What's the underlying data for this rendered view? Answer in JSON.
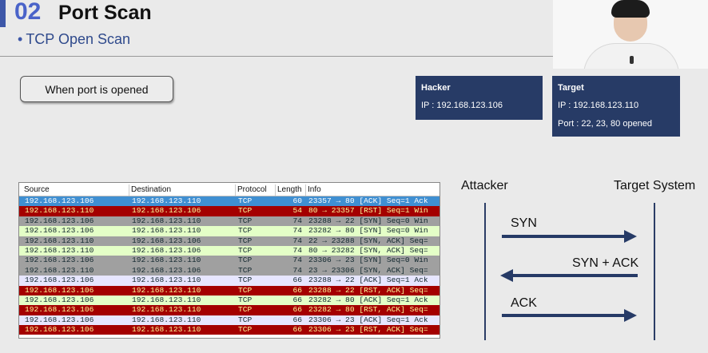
{
  "slide": {
    "number": "02",
    "title": "Port Scan",
    "subtitle": "TCP Open Scan",
    "bullet": "•"
  },
  "state_button": {
    "label": "When port is opened"
  },
  "hacker": {
    "header": "Hacker",
    "ip": "IP : 192.168.123.106"
  },
  "target": {
    "header": "Target",
    "ip": "IP : 192.168.123.110",
    "ports": "Port : 22, 23, 80 opened"
  },
  "capture": {
    "columns": [
      "Source",
      "Destination",
      "Protocol",
      "Length",
      "Info"
    ],
    "rows": [
      {
        "src": "192.168.123.106",
        "dst": "192.168.123.110",
        "proto": "TCP",
        "len": "60",
        "info": "23357 → 80 [ACK] Seq=1 Ack",
        "bg": "#3f8fd2",
        "fg": "#ffffff"
      },
      {
        "src": "192.168.123.110",
        "dst": "192.168.123.106",
        "proto": "TCP",
        "len": "54",
        "info": "80 → 23357 [RST] Seq=1 Win",
        "bg": "#a40000",
        "fg": "#fffc9c"
      },
      {
        "src": "192.168.123.106",
        "dst": "192.168.123.110",
        "proto": "TCP",
        "len": "74",
        "info": "23288 → 22 [SYN] Seq=0 Win",
        "bg": "#a0a0a0",
        "fg": "#12272e"
      },
      {
        "src": "192.168.123.106",
        "dst": "192.168.123.110",
        "proto": "TCP",
        "len": "74",
        "info": "23282 → 80 [SYN] Seq=0 Win",
        "bg": "#e4ffc7",
        "fg": "#12272e"
      },
      {
        "src": "192.168.123.110",
        "dst": "192.168.123.106",
        "proto": "TCP",
        "len": "74",
        "info": "22 → 23288 [SYN, ACK] Seq=",
        "bg": "#a0a0a0",
        "fg": "#12272e"
      },
      {
        "src": "192.168.123.110",
        "dst": "192.168.123.106",
        "proto": "TCP",
        "len": "74",
        "info": "80 → 23282 [SYN, ACK] Seq=",
        "bg": "#e4ffc7",
        "fg": "#12272e"
      },
      {
        "src": "192.168.123.106",
        "dst": "192.168.123.110",
        "proto": "TCP",
        "len": "74",
        "info": "23306 → 23 [SYN] Seq=0 Win",
        "bg": "#a0a0a0",
        "fg": "#12272e"
      },
      {
        "src": "192.168.123.110",
        "dst": "192.168.123.106",
        "proto": "TCP",
        "len": "74",
        "info": "23 → 23306 [SYN, ACK] Seq=",
        "bg": "#a0a0a0",
        "fg": "#12272e"
      },
      {
        "src": "192.168.123.106",
        "dst": "192.168.123.110",
        "proto": "TCP",
        "len": "66",
        "info": "23288 → 22 [ACK] Seq=1 Ack",
        "bg": "#e7e6ff",
        "fg": "#12272e"
      },
      {
        "src": "192.168.123.106",
        "dst": "192.168.123.110",
        "proto": "TCP",
        "len": "66",
        "info": "23288 → 22 [RST, ACK] Seq=",
        "bg": "#a40000",
        "fg": "#fffc9c"
      },
      {
        "src": "192.168.123.106",
        "dst": "192.168.123.110",
        "proto": "TCP",
        "len": "66",
        "info": "23282 → 80 [ACK] Seq=1 Ack",
        "bg": "#e4ffc7",
        "fg": "#12272e"
      },
      {
        "src": "192.168.123.106",
        "dst": "192.168.123.110",
        "proto": "TCP",
        "len": "66",
        "info": "23282 → 80 [RST, ACK] Seq=",
        "bg": "#a40000",
        "fg": "#fffc9c"
      },
      {
        "src": "192.168.123.106",
        "dst": "192.168.123.110",
        "proto": "TCP",
        "len": "66",
        "info": "23306 → 23 [ACK] Seq=1 Ack",
        "bg": "#e7e6ff",
        "fg": "#12272e"
      },
      {
        "src": "192.168.123.106",
        "dst": "192.168.123.110",
        "proto": "TCP",
        "len": "66",
        "info": "23306 → 23 [RST, ACK] Seq=",
        "bg": "#a40000",
        "fg": "#fffc9c"
      }
    ]
  },
  "diagram": {
    "attacker_label": "Attacker",
    "target_label": "Target System",
    "messages": [
      {
        "label": "SYN",
        "direction": "right"
      },
      {
        "label": "SYN + ACK",
        "direction": "left"
      },
      {
        "label": "ACK",
        "direction": "right"
      }
    ]
  },
  "colors": {
    "accent": "#3d57a8",
    "box": "#273b66",
    "arrow": "#263a66"
  }
}
